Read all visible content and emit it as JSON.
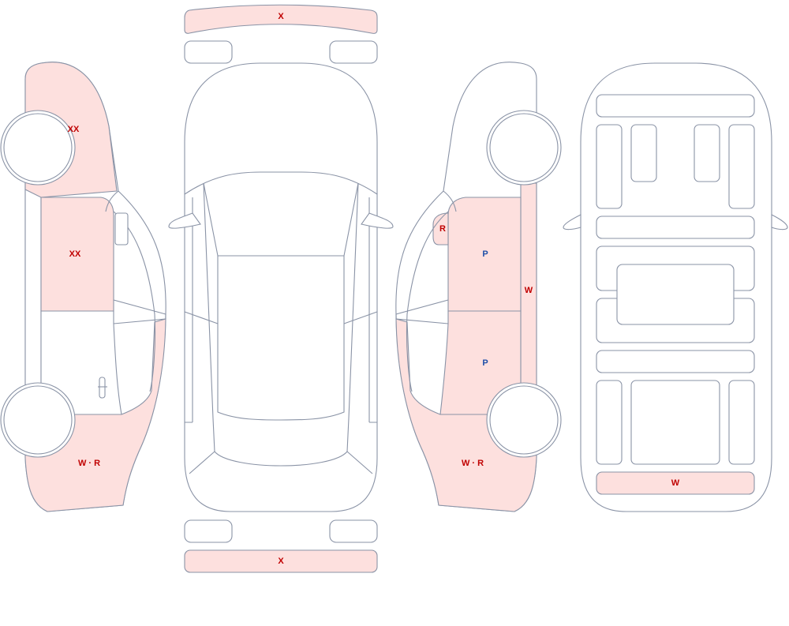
{
  "colors": {
    "outline": "#8a93a6",
    "damage_fill": "#fde0de",
    "label_red": "#c00000",
    "label_blue": "#1f4fa8"
  },
  "labels": {
    "front_bumper": "X",
    "rear_bumper": "X",
    "left_front_fender": "XX",
    "left_front_door": "XX",
    "left_rear_quarter": "W · R",
    "right_front_fender_small": "R",
    "right_front_door": "P",
    "right_rear_door": "P",
    "right_rocker": "W",
    "right_rear_quarter": "W · R",
    "floor_rear_panel": "W"
  }
}
